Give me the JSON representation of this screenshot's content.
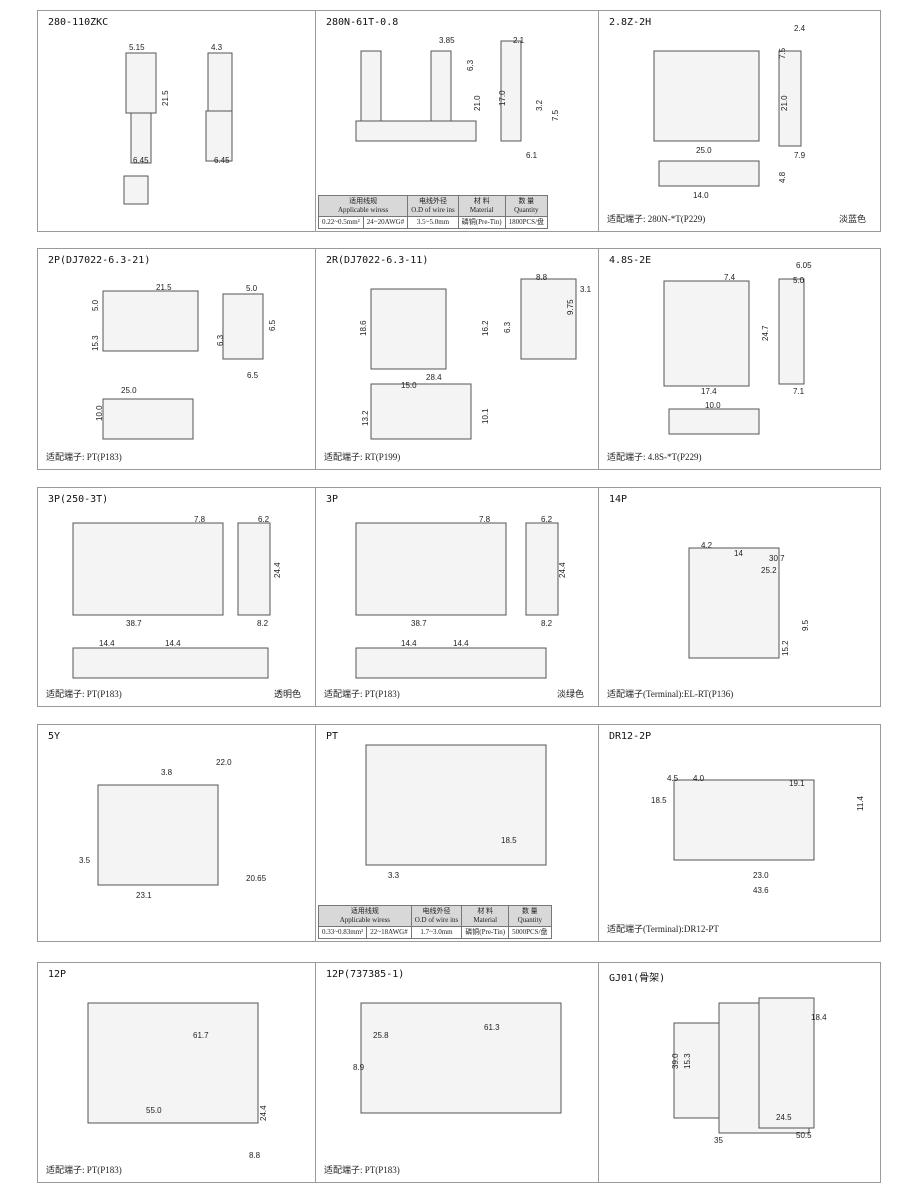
{
  "panels": [
    {
      "title": "280-110ZKC",
      "dims": [
        "5.15",
        "4.3",
        "21.5",
        "6.45",
        "6.45"
      ]
    },
    {
      "title": "280N-61T-0.8",
      "dims": [
        "3.85",
        "2.1",
        "6.3",
        "21.0",
        "17.0",
        "3.2",
        "7.5",
        "6.1"
      ],
      "table": {
        "headers": [
          [
            "适用线规",
            "Applicable wiress"
          ],
          [
            "电线外径",
            "O.D of wire ins"
          ],
          [
            "材 料",
            "Material"
          ],
          [
            "数 量",
            "Quantity"
          ]
        ],
        "values": [
          "0.22~0.5mm²",
          "24~20AWG#",
          "3.5~5.0mm",
          "磷铜(Pre-Tin)",
          "1800PCS/盘"
        ]
      }
    },
    {
      "title": "2.8Z-2H",
      "dims": [
        "2.4",
        "7.5",
        "21.0",
        "25.0",
        "7.9",
        "4.8",
        "14.0"
      ],
      "footer": "适配端子:      280N-*T(P229)",
      "footer_right": "淡蓝色"
    },
    {
      "title": "2P(DJ7022-6.3-21)",
      "dims": [
        "21.5",
        "5.0",
        "15.3",
        "5.0",
        "6.3",
        "6.5",
        "6.5",
        "25.0",
        "10.0"
      ],
      "footer": "适配端子: PT(P183)"
    },
    {
      "title": "2R(DJ7022-6.3-11)",
      "dims": [
        "8.8",
        "3.1",
        "9.75",
        "16.2",
        "18.6",
        "6.3",
        "28.4",
        "15.0",
        "13.2",
        "10.1"
      ],
      "footer": "适配端子: RT(P199)"
    },
    {
      "title": "4.8S-2E",
      "dims": [
        "7.4",
        "6.05",
        "5.0",
        "24.7",
        "17.4",
        "7.1",
        "10.0"
      ],
      "footer": "适配端子:      4.8S-*T(P229)"
    },
    {
      "title": "3P(250-3T)",
      "dims": [
        "7.8",
        "6.2",
        "24.4",
        "38.7",
        "8.2",
        "14.4",
        "14.4"
      ],
      "footer": "适配端子: PT(P183)",
      "footer_right": "透明色"
    },
    {
      "title": "3P",
      "dims": [
        "7.8",
        "6.2",
        "24.4",
        "38.7",
        "8.2",
        "14.4",
        "14.4"
      ],
      "footer": "适配端子: PT(P183)",
      "footer_right": "淡绿色"
    },
    {
      "title": "14P",
      "dims": [
        "4.2",
        "14",
        "30.7",
        "25.2",
        "9.5",
        "15.2"
      ],
      "footer": "适配端子(Terminal):EL-RT(P136)"
    },
    {
      "title": "5Y",
      "dims": [
        "22.0",
        "3.8",
        "3.5",
        "20.65",
        "23.1"
      ]
    },
    {
      "title": "PT",
      "dims": [
        "18.5",
        "3.3"
      ],
      "table": {
        "headers": [
          [
            "适用线规",
            "Applicable wiress"
          ],
          [
            "电线外径",
            "O.D of wire ins"
          ],
          [
            "材 料",
            "Material"
          ],
          [
            "数 量",
            "Quantity"
          ]
        ],
        "values": [
          "0.33~0.83mm²",
          "22~18AWG#",
          "1.7~3.0mm",
          "磷铜(Pre-Tin)",
          "5000PCS/盘"
        ]
      }
    },
    {
      "title": "DR12-2P",
      "dims": [
        "19.1",
        "4.5",
        "4.0",
        "18.5",
        "11.4",
        "23.0",
        "43.6"
      ],
      "footer": "适配端子(Terminal):DR12-PT"
    },
    {
      "title": "12P",
      "dims": [
        "61.7",
        "55.0",
        "24.4",
        "8.8"
      ],
      "footer": "适配端子: PT(P183)"
    },
    {
      "title": "12P(737385-1)",
      "dims": [
        "25.8",
        "61.3",
        "8.9"
      ],
      "footer": "适配端子: PT(P183)"
    },
    {
      "title": "GJ01(骨架)",
      "dims": [
        "18.4",
        "39.0",
        "15.3",
        "24.5",
        "35",
        "50.5"
      ]
    }
  ]
}
